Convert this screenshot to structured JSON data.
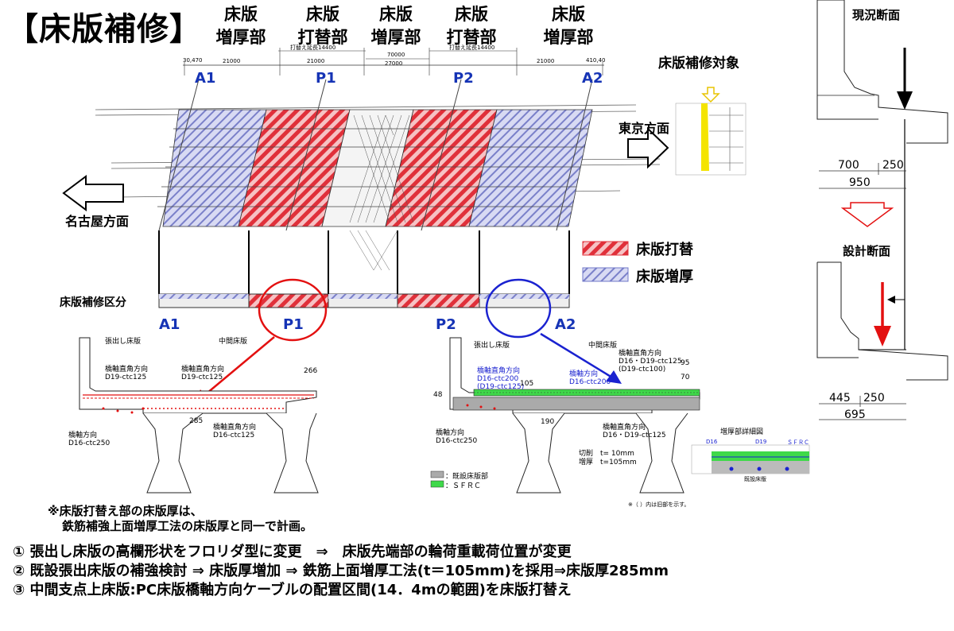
{
  "title": "【床版補修】",
  "columns": [
    {
      "line1": "床版",
      "line2": "増厚部"
    },
    {
      "line1": "床版",
      "line2": "打替部"
    },
    {
      "line1": "床版",
      "line2": "増厚部"
    },
    {
      "line1": "床版",
      "line2": "打替部"
    },
    {
      "line1": "床版",
      "line2": "増厚部"
    }
  ],
  "dims_top": {
    "left_small": "30,470",
    "d1": "21000",
    "d2": "21000",
    "d_total": "70000",
    "d3": "27000",
    "d4": "21000",
    "right_small": "410,40",
    "uchikae1": "打替え延長14400",
    "uchikae2": "打替え延長14400"
  },
  "supports": [
    "A1",
    "P1",
    "P2",
    "A2"
  ],
  "tokyo": "東京方面",
  "nagoya": "名古屋方面",
  "target_label": "床版補修対象",
  "legend": {
    "replace": "床版打替",
    "thicken": "床版増厚"
  },
  "section_label": "床版補修区分",
  "right_panel": {
    "current": "現況断面",
    "design": "設計断面",
    "cur_dims": [
      "700",
      "250",
      "950"
    ],
    "des_dims": [
      "445",
      "250",
      "695"
    ]
  },
  "left_section": {
    "overhang": "張出し床版",
    "middle": "中間床版",
    "rebar1_title": "橋軸直角方向",
    "rebar1_val": "D19-ctc125",
    "rebar2_title": "橋軸直角方向",
    "rebar2_val": "D19-ctc125",
    "rebar3_title": "橋軸方向",
    "rebar3_val": "D16-ctc250",
    "rebar4_title": "橋軸直角方向",
    "rebar4_val": "D16-ctc125",
    "dim285": "285",
    "dim266": "266"
  },
  "right_section": {
    "overhang": "張出し床版",
    "middle": "中間床版",
    "r1_title": "橋軸直角方向",
    "r1_v1": "D16-ctc200",
    "r1_v2": "(D19-ctc125)",
    "r2_title": "橋軸方向",
    "r2_v": "D16-ctc200",
    "r3_title": "橋軸直角方向",
    "r3_v1": "D16・D19-ctc125",
    "r3_v2": "(D19-ctc100)",
    "r4_title": "橋軸方向",
    "r4_v": "D16-ctc250",
    "r5_title": "橋軸直角方向",
    "r5_v": "D16・D19-ctc125",
    "cut": "切削　t= 10mm",
    "thick": "増厚　t=105mm",
    "legend_existing": "：既設床版部",
    "legend_sfrc": "：ＳＦＲＣ",
    "detail_title": "増厚部詳細図",
    "detail_d16": "D16",
    "detail_d19": "D19",
    "detail_sfrc": "ＳＦＲＣ",
    "detail_base": "既設床版",
    "paren_note": "※（ ）内は旧部を示す。",
    "d48": "48",
    "d105": "105",
    "d190": "190",
    "d95": "95",
    "d70": "70"
  },
  "note_line1": "※床版打替え部の床版厚は、",
  "note_line2": "鉄筋補強上面増厚工法の床版厚と同一で計画。",
  "bullets": [
    "① 張出し床版の高欄形状をフロリダ型に変更　⇒　床版先端部の輪荷重載荷位置が変更",
    "② 既設張出床版の補強検討 ⇒ 床版厚増加 ⇒ 鉄筋上面増厚工法(t＝105mm)を採用⇒床版厚285mm",
    "③ 中間支点上床版:PC床版橋軸方向ケーブルの配置区間(14．4mの範囲)を床版打替え"
  ],
  "colors": {
    "replace": "#e0303a",
    "thicken": "#7078c8",
    "sfrc": "#3fd94a",
    "arrow_red": "#e31010",
    "arrow_blue": "#1a22d0"
  }
}
